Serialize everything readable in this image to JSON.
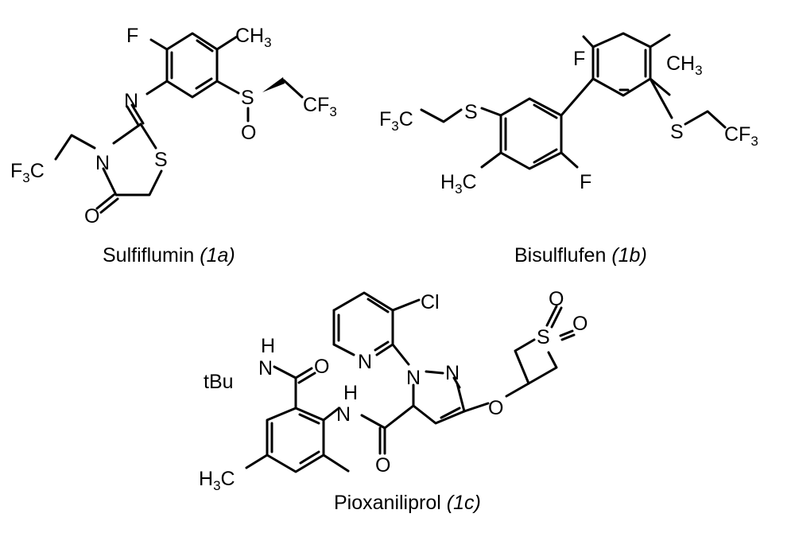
{
  "compounds": [
    {
      "name": "Sulfiflumin",
      "id": "(1a)"
    },
    {
      "name": "Bisulflufen",
      "id": "(1b)"
    },
    {
      "name": "Pioxaniliprol",
      "id": "(1c)"
    }
  ],
  "atoms": {
    "a": {
      "F": "F",
      "CH": "CH",
      "H3_3": "3",
      "N_imine": "N",
      "S_oxide": "S",
      "O_sulfoxide": "O",
      "CF": "CF",
      "CF_3": "3",
      "F3C_F": "F",
      "F3C_3": "3",
      "F3C_C": "C",
      "N_ring": "N",
      "S_ring": "S",
      "O_carbonyl": "O"
    },
    "b": {
      "F_top": "F",
      "CH": "CH",
      "CH_3": "3",
      "F3C_left": "F",
      "F3C_left_3": "3",
      "F3C_left_C": "C",
      "S_left": "S",
      "S_right": "S",
      "CF_right": "CF",
      "CF_right_3": "3",
      "H3C_H": "H",
      "H3C_3": "3",
      "H3C_C": "C",
      "F_bottom": "F"
    },
    "c": {
      "Cl": "Cl",
      "O_sulfone1": "O",
      "S_sulfone": "S",
      "O_sulfone2": "O",
      "N_pyridine": "N",
      "N1_pyrazole": "N",
      "N2_pyrazole": "N",
      "H_amide1": "H",
      "N_amide1": "N",
      "O_amide1": "O",
      "tBu": "tBu",
      "H_amide2": "H",
      "N_amide2": "N",
      "O_ether": "O",
      "O_amide2": "O",
      "H3C_H": "H",
      "H3C_3": "3",
      "H3C_C": "C"
    }
  }
}
